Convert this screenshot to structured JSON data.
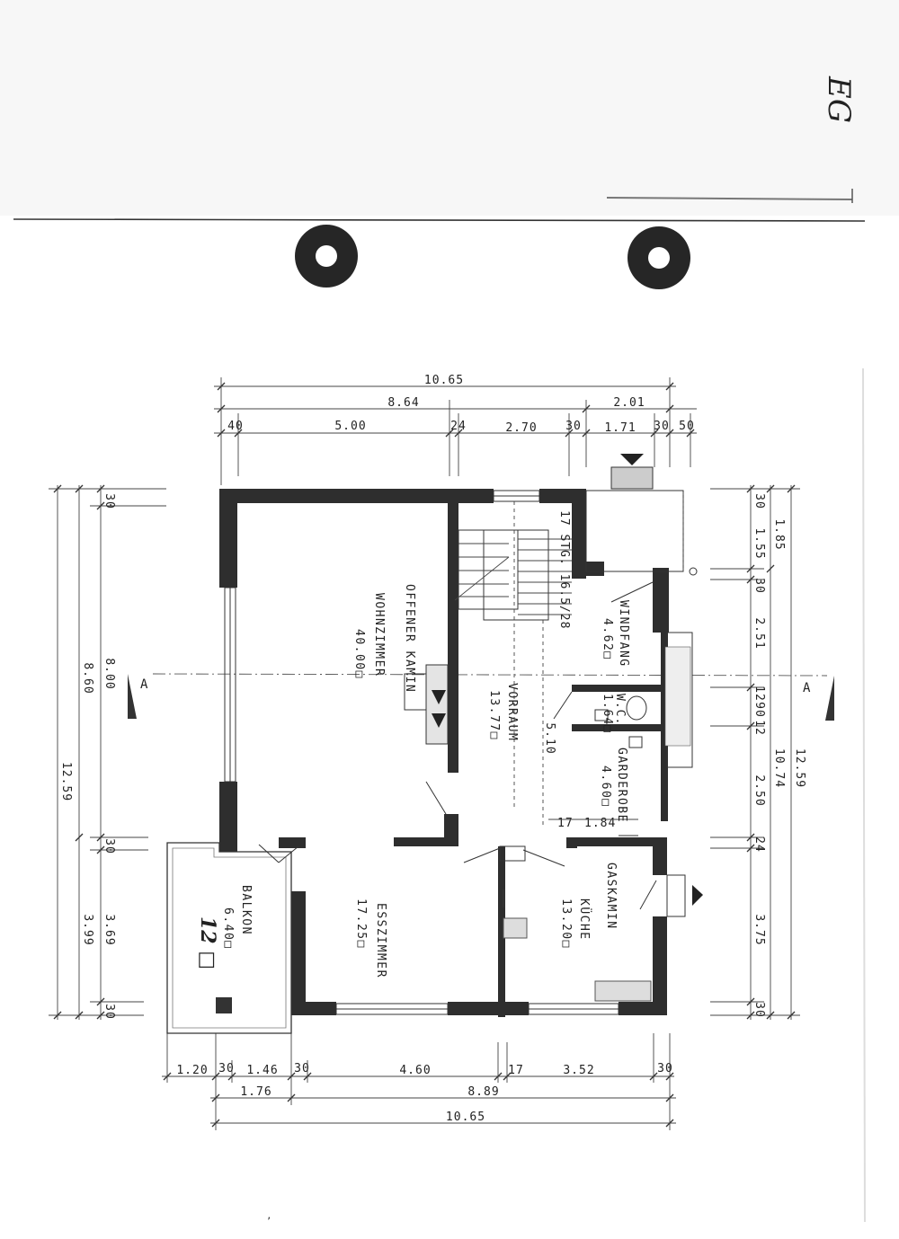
{
  "sheet": {
    "corner_note": "EG"
  },
  "section_marker": "A",
  "rooms": {
    "wohnzimmer": {
      "name": "WOHNZIMMER",
      "area": "40.00□"
    },
    "kamin": {
      "name": "OFFENER KAMIN"
    },
    "vorraum": {
      "name": "VORRAUM",
      "area": "13.77□"
    },
    "windfang": {
      "name": "WINDFANG",
      "area": "4.62□"
    },
    "wc": {
      "name": "W.C.",
      "area": "1.64□"
    },
    "garderobe": {
      "name": "GARDEROBE",
      "area": "4.60□"
    },
    "kueche": {
      "name": "KÜCHE",
      "area": "13.20□",
      "note": "GASKAMIN"
    },
    "esszimmer": {
      "name": "ESSZIMMER",
      "area": "17.25□"
    },
    "balkon": {
      "name": "BALKON",
      "area": "6.40□",
      "handwritten": "12 □"
    }
  },
  "stairs": {
    "label": "17 STG. 16.5/28",
    "width": "5.10"
  },
  "dims": {
    "top": {
      "total": "10.65",
      "sub1": "8.64",
      "sub2": "2.01",
      "segs": [
        "40",
        "5.00",
        "24",
        "2.70",
        "30",
        "1.71",
        "30",
        "50"
      ]
    },
    "left": {
      "total": "12.59",
      "sub": "8.60",
      "mid": "8.00",
      "s1": "30",
      "s2": "30",
      "s3": "3.99",
      "s4": "3.69",
      "s5": "30"
    },
    "right": {
      "total": "12.59",
      "sub": "10.74",
      "segs": [
        "30",
        "1.55",
        "1.85",
        "30",
        "2.51",
        "12",
        "90",
        "12",
        "2.50",
        "24",
        "3.75",
        "30"
      ]
    },
    "bottom": {
      "segs": [
        "1.20",
        "30",
        "1.46",
        "30",
        "4.60",
        "17",
        "3.52",
        "30"
      ],
      "b2a": "1.76",
      "b2b": "8.89",
      "total": "10.65"
    },
    "inner": {
      "a": "17",
      "b": "1.84"
    }
  }
}
